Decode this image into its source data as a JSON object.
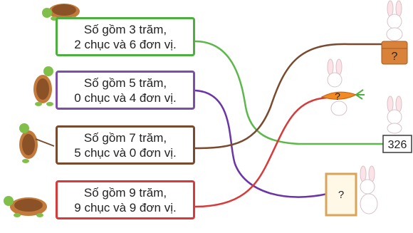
{
  "clues": [
    {
      "line1": "Số gồm 3 trăm,",
      "line2": "2 chục và 6 đơn vị.",
      "color": "#4caf3f"
    },
    {
      "line1": "Số gồm 5 trăm,",
      "line2": "0 chục và 4 đơn vị.",
      "color": "#7b4fa8"
    },
    {
      "line1": "Số gồm 7 trăm,",
      "line2": "5 chục và 0 đơn vị.",
      "color": "#7a4a2e"
    },
    {
      "line1": "Số gồm 9 trăm,",
      "line2": "9 chục và 9 đơn vị.",
      "color": "#d83a3a"
    }
  ],
  "answers": {
    "basket": "?",
    "carrot": "?",
    "sign": "326",
    "board": "?"
  },
  "icons": [
    "turtle-icon",
    "rabbit-icon",
    "basket-icon",
    "carrot-icon",
    "sign-icon",
    "board-icon"
  ]
}
